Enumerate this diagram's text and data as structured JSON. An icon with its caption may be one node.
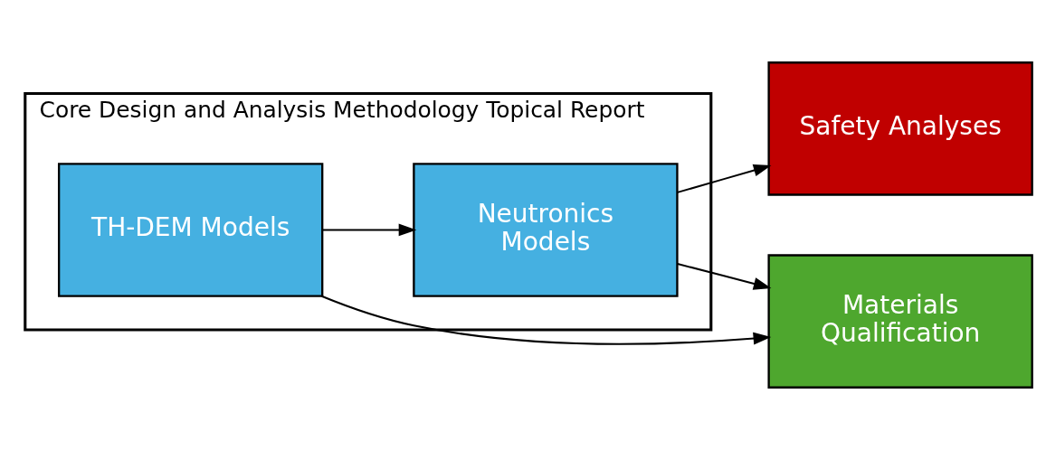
{
  "diagram": {
    "nodes": [
      {
        "text": [
          "Core Design and Analysis Methodology Topical Report"
        ]
      },
      {
        "text": [
          "TH-DEM Models"
        ],
        "in": 0
      },
      {
        "text": [
          "Neutronics Models"
        ],
        "in": 0
      },
      {
        "text": [
          "Safety Analyses"
        ]
      },
      {
        "text": [
          "Materials Qualification"
        ]
      }
    ],
    "edges": [
      {
        "from": 1,
        "to": 2,
        "arrow": "to"
      },
      {
        "from": 2,
        "to": 3,
        "arrow": "to"
      },
      {
        "from": 2,
        "to": 4,
        "arrow": "to"
      },
      {
        "from": 1,
        "to": 4,
        "arrow": "to"
      }
    ]
  }
}
